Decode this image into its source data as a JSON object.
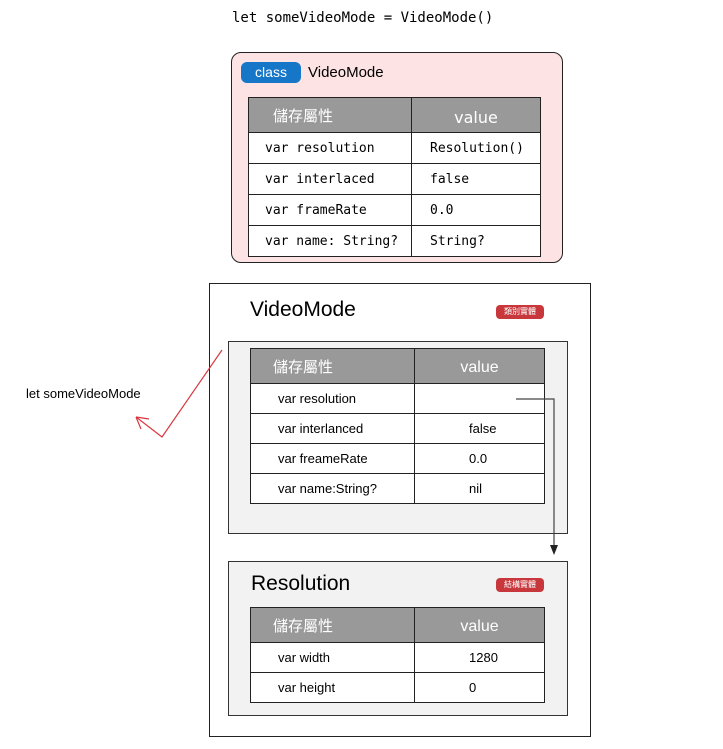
{
  "top_code": "let someVideoMode = VideoMode()",
  "class_card": {
    "badge": "class",
    "name": "VideoMode",
    "headers": [
      "儲存屬性",
      "value"
    ],
    "rows": [
      [
        "var resolution",
        "Resolution()"
      ],
      [
        "var interlaced",
        "false"
      ],
      [
        "var frameRate",
        "0.0"
      ],
      [
        "var name: String?",
        "String?"
      ]
    ]
  },
  "instance": {
    "title": "VideoMode",
    "tag": "類別實體",
    "headers": [
      "儲存屬性",
      "value"
    ],
    "rows": [
      [
        "var resolution",
        ""
      ],
      [
        "var interlanced",
        "false"
      ],
      [
        "var freameRate",
        "0.0"
      ],
      [
        "var name:String?",
        "nil"
      ]
    ]
  },
  "resolution": {
    "title": "Resolution",
    "tag": "結構實體",
    "headers": [
      "儲存屬性",
      "value"
    ],
    "rows": [
      [
        "var width",
        "1280"
      ],
      [
        "var height",
        "0"
      ]
    ]
  },
  "side_label": "let someVideoMode",
  "colors": {
    "class_badge": "#1677c9",
    "class_card_bg": "#fde3e4",
    "tag_red": "#c8373c",
    "header_gray": "#999999",
    "panel_bg": "#f2f2f2",
    "pointer_arrow": "#d9383f"
  }
}
